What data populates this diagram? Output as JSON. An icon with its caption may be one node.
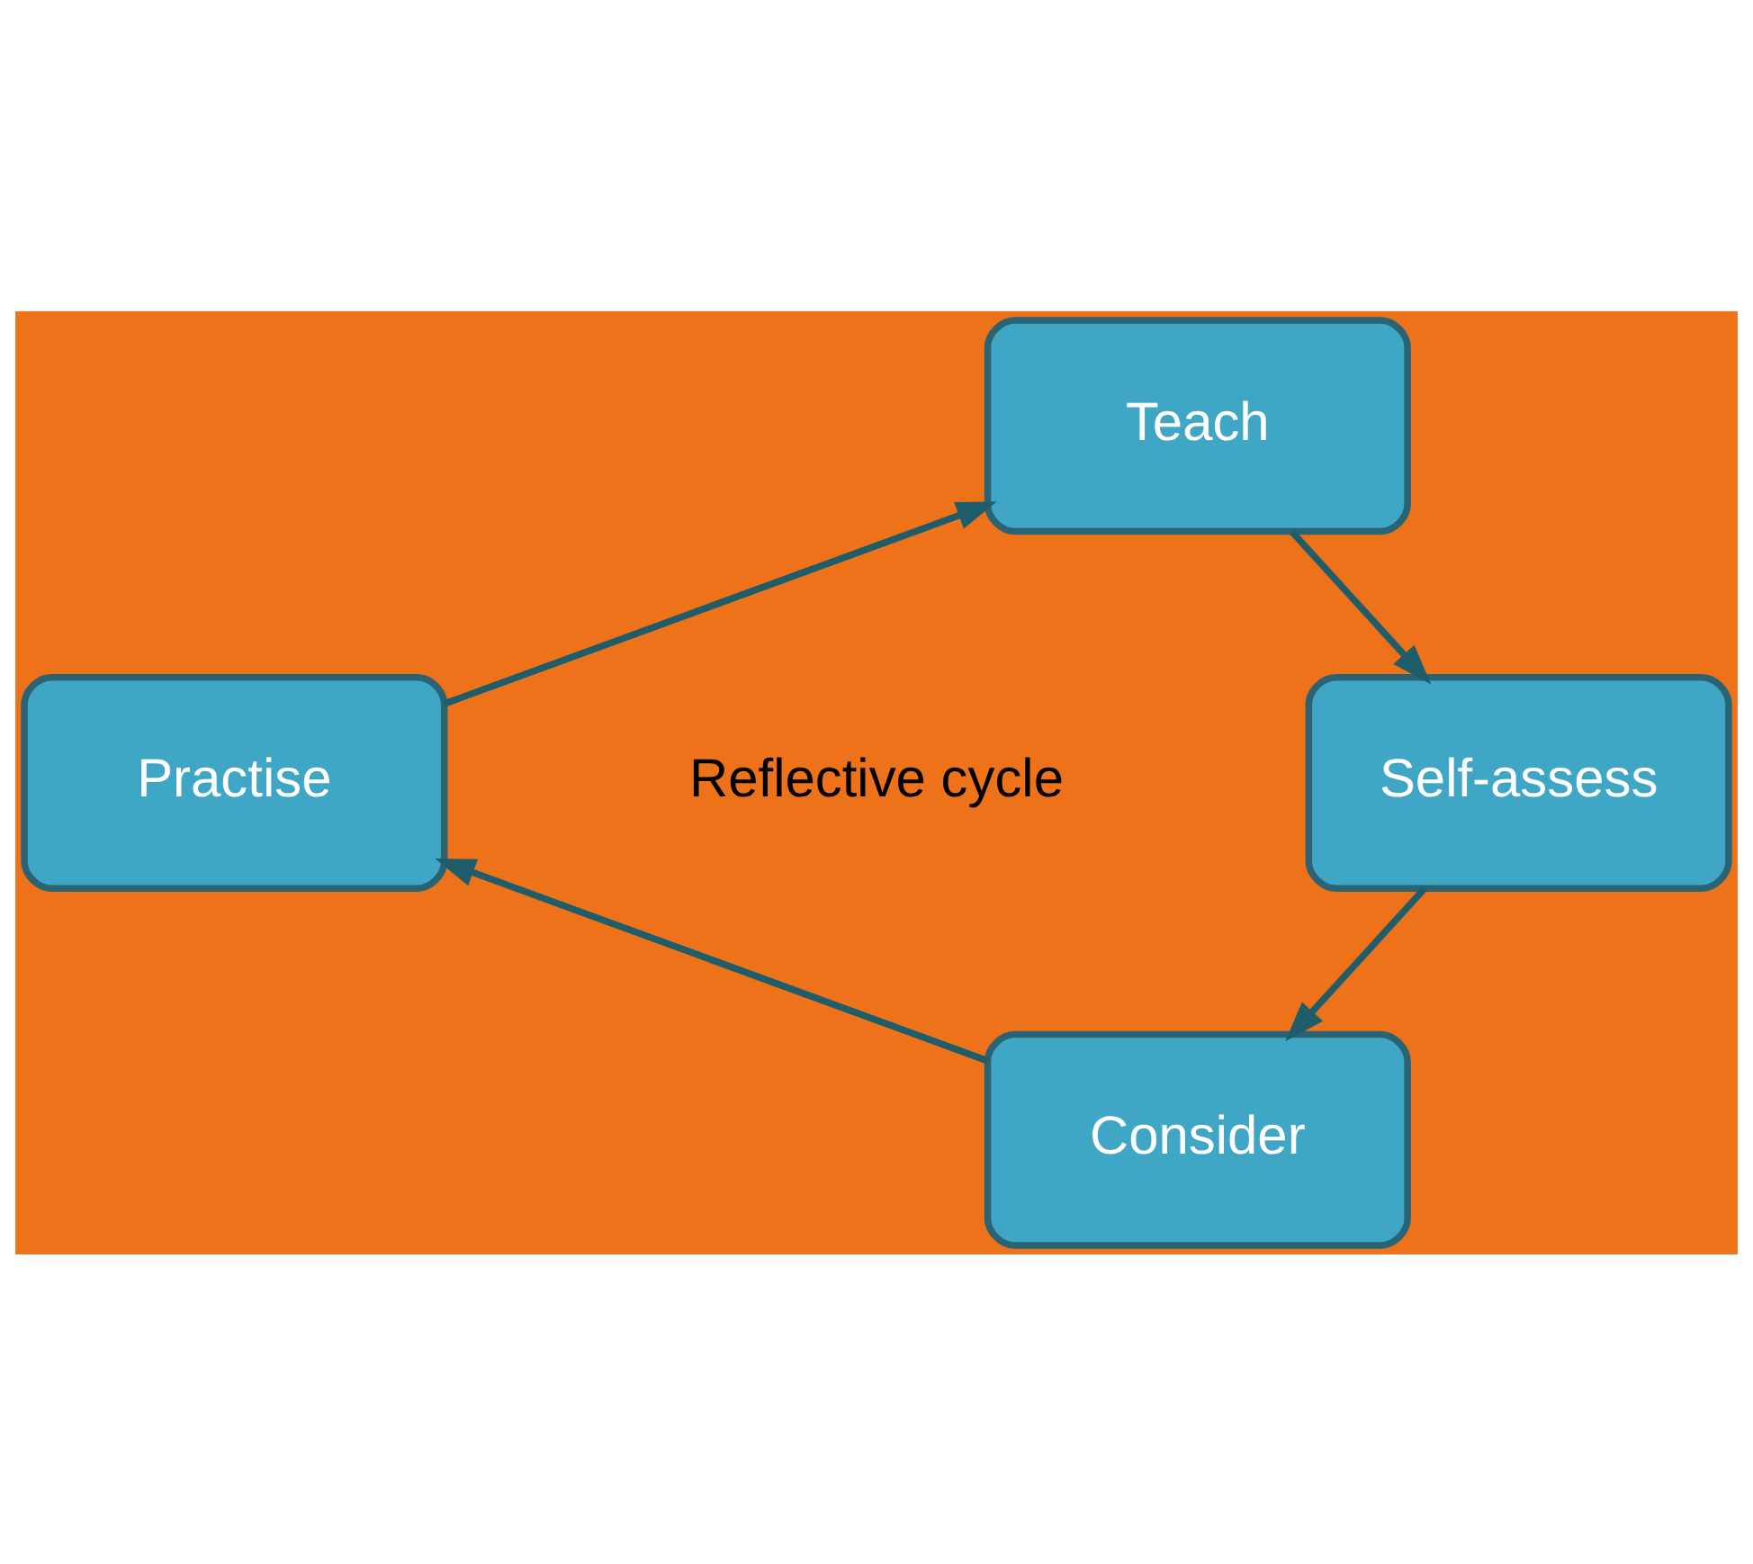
{
  "diagram": {
    "nodes": [
      {
        "text": [
          "Teach"
        ]
      },
      {
        "text": [
          "Self-assess"
        ]
      },
      {
        "text": [
          "Consider"
        ]
      },
      {
        "text": [
          "Practise"
        ]
      }
    ],
    "edges": [
      {
        "from": 0,
        "to": 1,
        "arrow": "to"
      },
      {
        "from": 1,
        "to": 2,
        "arrow": "to"
      },
      {
        "from": 2,
        "to": 3,
        "arrow": "to"
      },
      {
        "from": 3,
        "to": 0,
        "arrow": "to"
      }
    ],
    "labels": [
      "Reflective cycle"
    ]
  }
}
